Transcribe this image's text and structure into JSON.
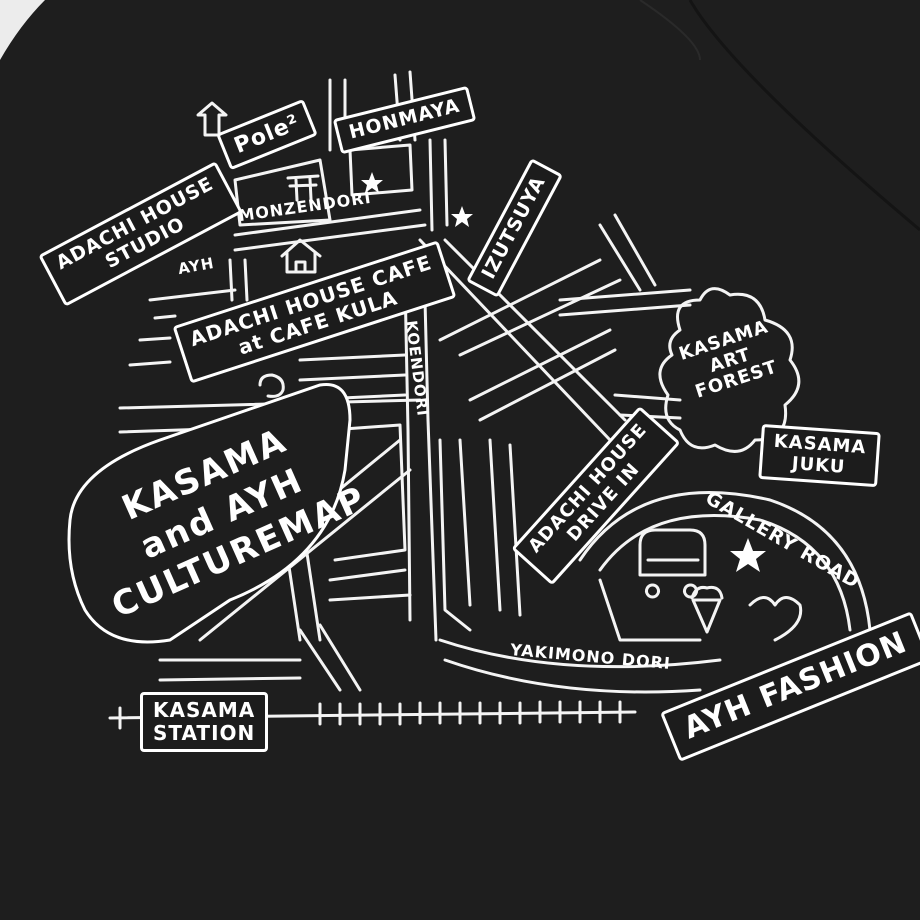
{
  "colors": {
    "shirt": "#1e1e1e",
    "ink": "#ffffff",
    "background": "#ececec"
  },
  "title": {
    "line1": "KASAMA",
    "line2": "and AYH",
    "line3": "CULTUREMAP"
  },
  "labels": {
    "pole2": "Pole²",
    "honmaya": "HONMAYA",
    "studio_line1": "ADACHI HOUSE",
    "studio_line2": "STUDIO",
    "monzendori": "MONZENDORI",
    "ayh": "AYH",
    "izutsuya": "IZUTSUYA",
    "cafe_line1": "ADACHI HOUSE CAFE",
    "cafe_line2": "at CAFE KULA",
    "koendori": "KOENDORI",
    "art_forest_line1": "KASAMA",
    "art_forest_line2": "ART",
    "art_forest_line3": "FOREST",
    "juku_line1": "KASAMA",
    "juku_line2": "JUKU",
    "drivein_line1": "ADACHI HOUSE",
    "drivein_line2": "DRIVE IN",
    "gallery_road": "GALLERY ROAD",
    "yakimono_dori": "YAKIMONO DORI",
    "station_line1": "KASAMA",
    "station_line2": "STATION",
    "ayh_fashion": "AYH FASHION"
  },
  "icons": [
    "star-icon",
    "torii-gate-icon",
    "house-icon",
    "car-icon",
    "ice-cream-icon",
    "heart-icon",
    "arrow-up-icon"
  ]
}
